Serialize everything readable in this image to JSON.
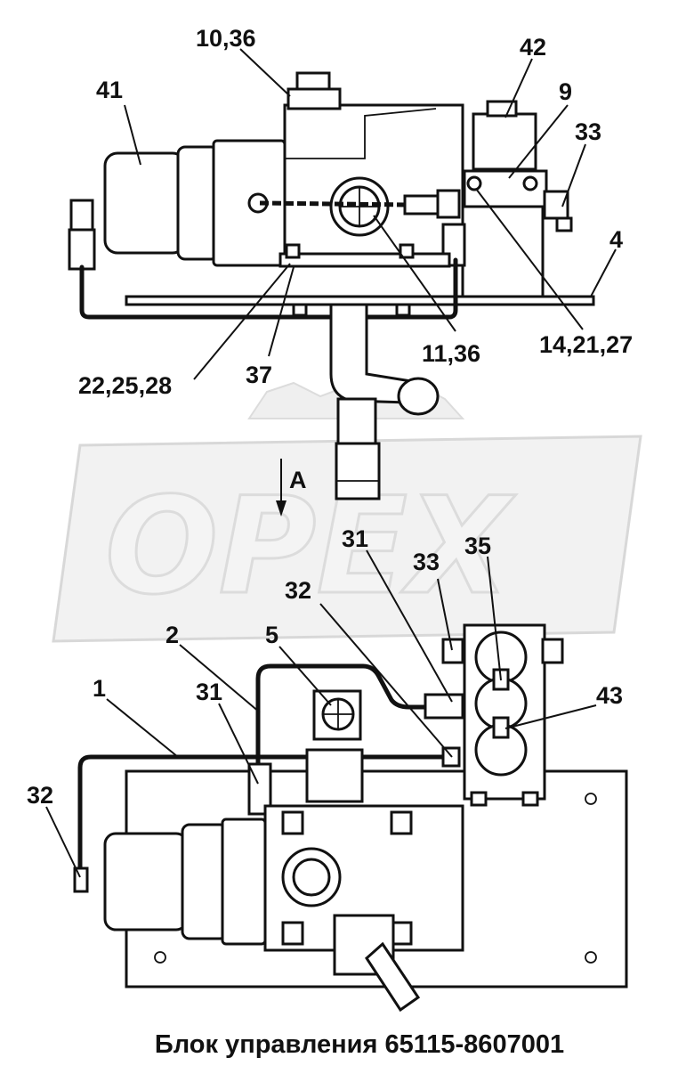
{
  "title": "Блок управления 65115-8607001",
  "watermark": "OPEX",
  "view_label": "A",
  "labels": {
    "p10_36": "10,36",
    "p41": "41",
    "p42": "42",
    "p9": "9",
    "p33_top": "33",
    "p4": "4",
    "p14_21_27": "14,21,27",
    "p11_36": "11,36",
    "p37": "37",
    "p22_25_28": "22,25,28",
    "p31_right": "31",
    "p33_right": "33",
    "p35": "35",
    "p32_mid": "32",
    "p2": "2",
    "p5": "5",
    "p1": "1",
    "p31_left": "31",
    "p43": "43",
    "p32_left": "32"
  },
  "colors": {
    "line": "#111111",
    "watermark_fill": "#f4f4f4",
    "watermark_stroke": "#dcdcdc"
  }
}
